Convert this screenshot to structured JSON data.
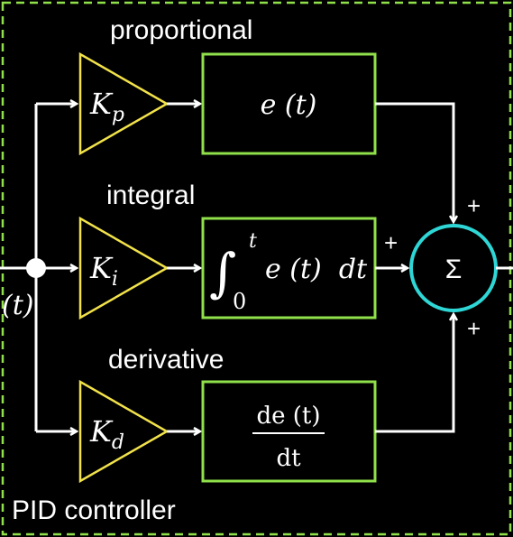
{
  "diagram": {
    "title": "PID controller",
    "input_label": "(t)",
    "branches": [
      {
        "name": "proportional",
        "gain": "K",
        "gain_sub": "p",
        "block": "e (t)"
      },
      {
        "name": "integral",
        "gain": "K",
        "gain_sub": "i",
        "integral_lower": "0",
        "integral_upper": "t",
        "block": "e (t)  dt"
      },
      {
        "name": "derivative",
        "gain": "K",
        "gain_sub": "d",
        "numerator": "de (t)",
        "denominator": "dt"
      }
    ],
    "summer": {
      "symbol": "Σ",
      "sign_top": "+",
      "sign_left": "+",
      "sign_bottom": "+"
    }
  },
  "colors": {
    "background": "#000000",
    "gain_triangle": "#f2e24a",
    "block_border": "#8fe04a",
    "summer_border": "#2fd6d6",
    "frame_border": "#8fe04a",
    "wires": "#ffffff"
  }
}
